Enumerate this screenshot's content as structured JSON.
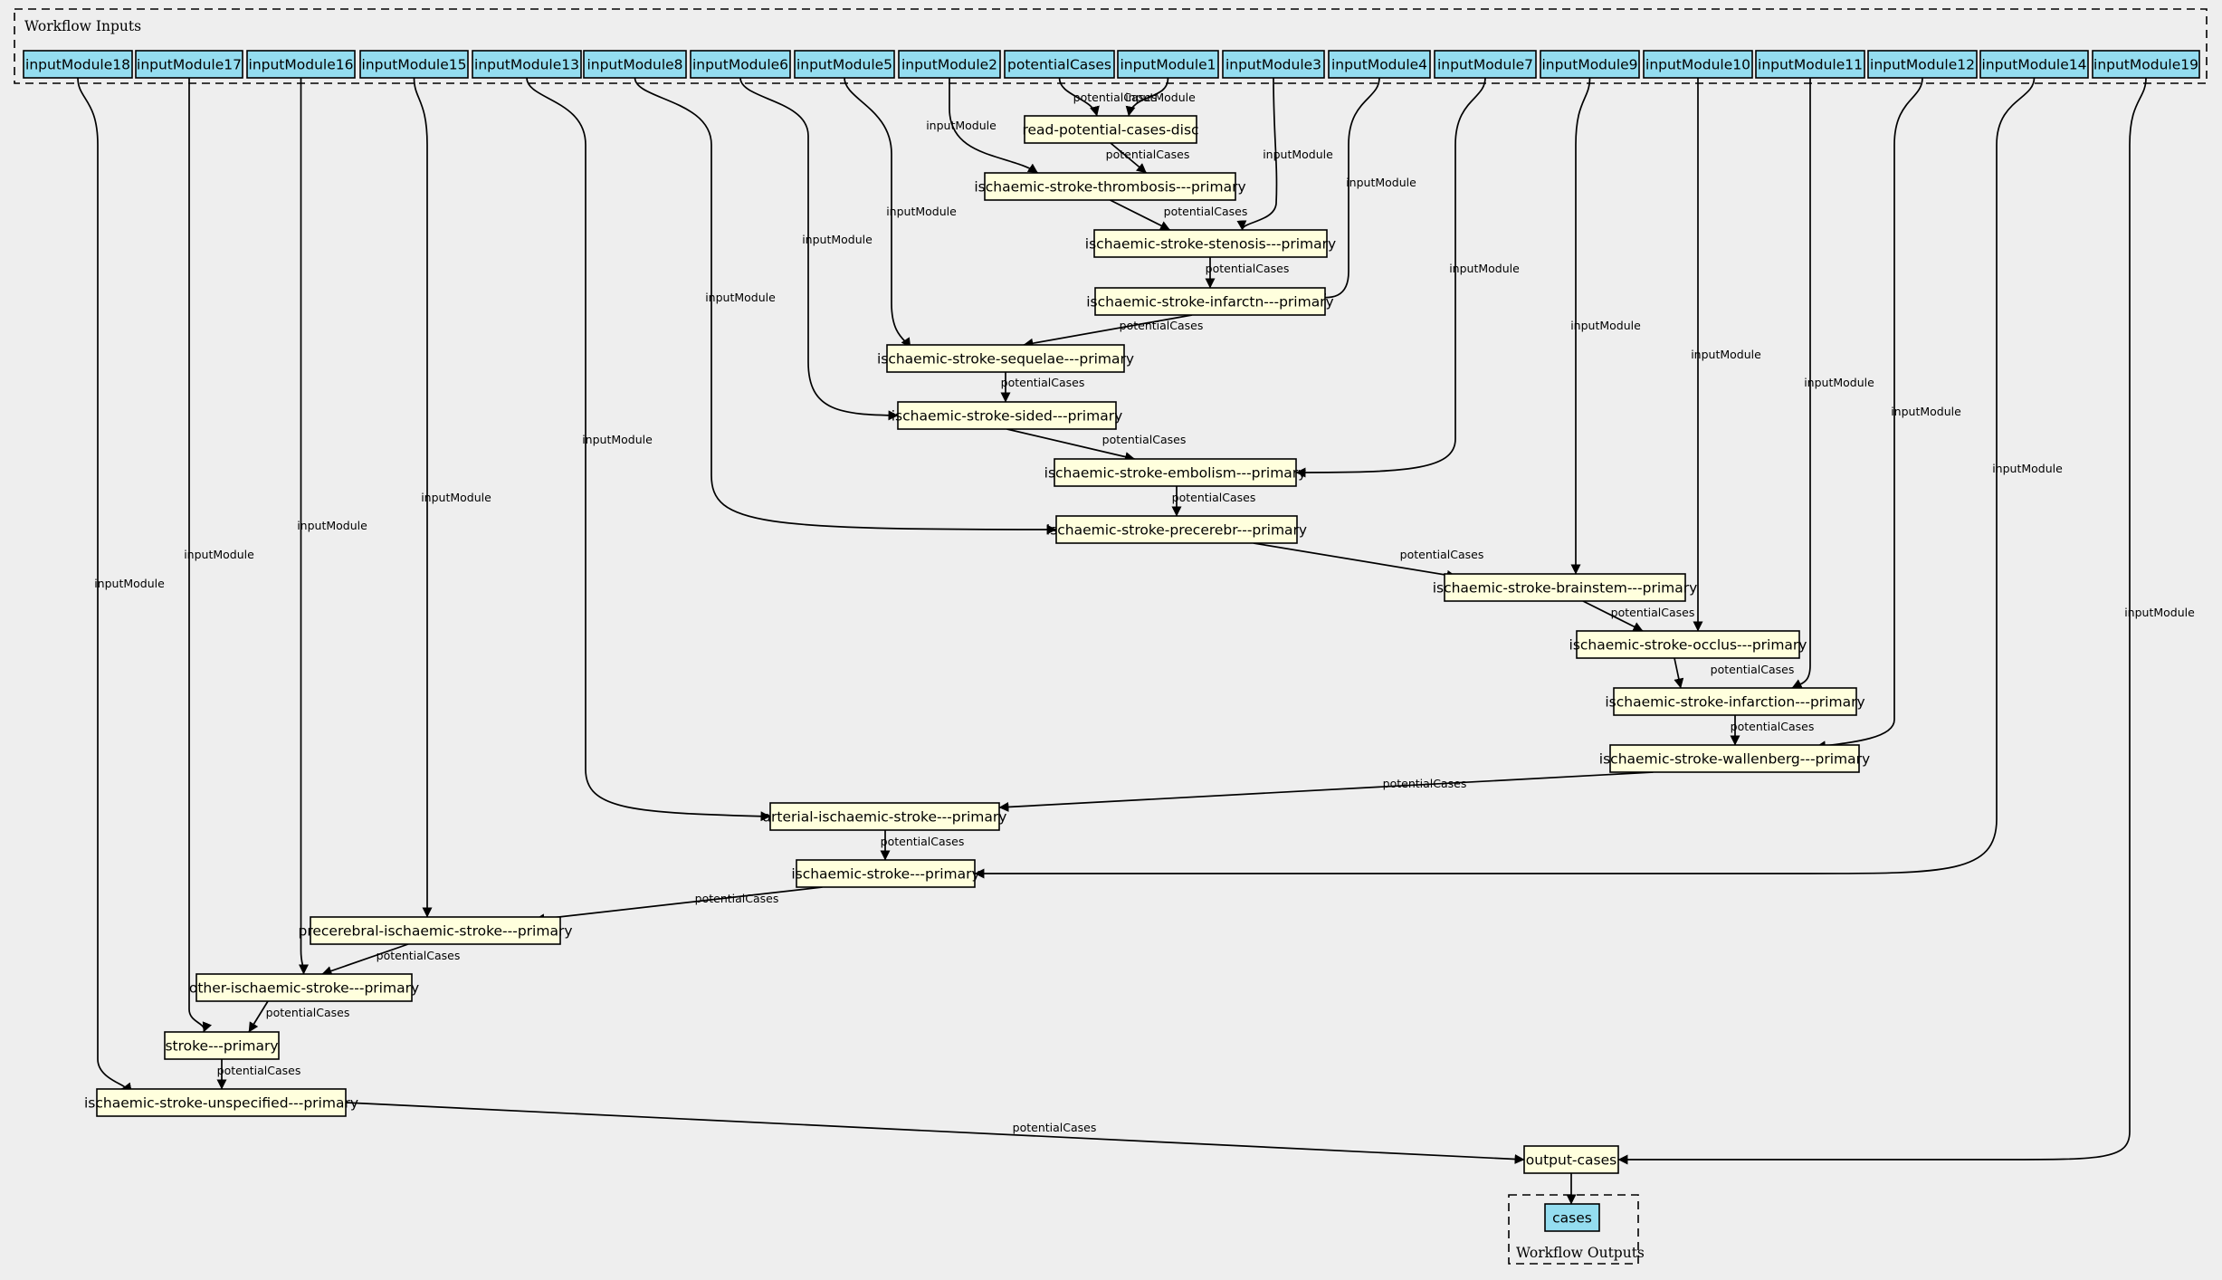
{
  "clusters": [
    {
      "id": "inputs",
      "label": "Workflow Inputs"
    },
    {
      "id": "outputs",
      "label": "Workflow Outputs"
    }
  ],
  "nodes": [
    {
      "id": "inputModule18",
      "label": "inputModule18",
      "kind": "input"
    },
    {
      "id": "inputModule17",
      "label": "inputModule17",
      "kind": "input"
    },
    {
      "id": "inputModule16",
      "label": "inputModule16",
      "kind": "input"
    },
    {
      "id": "inputModule15",
      "label": "inputModule15",
      "kind": "input"
    },
    {
      "id": "inputModule13",
      "label": "inputModule13",
      "kind": "input"
    },
    {
      "id": "inputModule8",
      "label": "inputModule8",
      "kind": "input"
    },
    {
      "id": "inputModule6",
      "label": "inputModule6",
      "kind": "input"
    },
    {
      "id": "inputModule5",
      "label": "inputModule5",
      "kind": "input"
    },
    {
      "id": "inputModule2",
      "label": "inputModule2",
      "kind": "input"
    },
    {
      "id": "potentialCases",
      "label": "potentialCases",
      "kind": "input"
    },
    {
      "id": "inputModule1",
      "label": "inputModule1",
      "kind": "input"
    },
    {
      "id": "inputModule3",
      "label": "inputModule3",
      "kind": "input"
    },
    {
      "id": "inputModule4",
      "label": "inputModule4",
      "kind": "input"
    },
    {
      "id": "inputModule7",
      "label": "inputModule7",
      "kind": "input"
    },
    {
      "id": "inputModule9",
      "label": "inputModule9",
      "kind": "input"
    },
    {
      "id": "inputModule10",
      "label": "inputModule10",
      "kind": "input"
    },
    {
      "id": "inputModule11",
      "label": "inputModule11",
      "kind": "input"
    },
    {
      "id": "inputModule12",
      "label": "inputModule12",
      "kind": "input"
    },
    {
      "id": "inputModule14",
      "label": "inputModule14",
      "kind": "input"
    },
    {
      "id": "inputModule19",
      "label": "inputModule19",
      "kind": "input"
    },
    {
      "id": "readDisc",
      "label": "read-potential-cases-disc",
      "kind": "step"
    },
    {
      "id": "thrombosis",
      "label": "ischaemic-stroke-thrombosis---primary",
      "kind": "step"
    },
    {
      "id": "stenosis",
      "label": "ischaemic-stroke-stenosis---primary",
      "kind": "step"
    },
    {
      "id": "infarctn",
      "label": "ischaemic-stroke-infarctn---primary",
      "kind": "step"
    },
    {
      "id": "sequelae",
      "label": "ischaemic-stroke-sequelae---primary",
      "kind": "step"
    },
    {
      "id": "sided",
      "label": "ischaemic-stroke-sided---primary",
      "kind": "step"
    },
    {
      "id": "embolism",
      "label": "ischaemic-stroke-embolism---primary",
      "kind": "step"
    },
    {
      "id": "precerebr",
      "label": "ischaemic-stroke-precerebr---primary",
      "kind": "step"
    },
    {
      "id": "brainstem",
      "label": "ischaemic-stroke-brainstem---primary",
      "kind": "step"
    },
    {
      "id": "occlus",
      "label": "ischaemic-stroke-occlus---primary",
      "kind": "step"
    },
    {
      "id": "infarction",
      "label": "ischaemic-stroke-infarction---primary",
      "kind": "step"
    },
    {
      "id": "wallenberg",
      "label": "ischaemic-stroke-wallenberg---primary",
      "kind": "step"
    },
    {
      "id": "arterial",
      "label": "arterial-ischaemic-stroke---primary",
      "kind": "step"
    },
    {
      "id": "isPrimary",
      "label": "ischaemic-stroke---primary",
      "kind": "step"
    },
    {
      "id": "precerebral",
      "label": "precerebral-ischaemic-stroke---primary",
      "kind": "step"
    },
    {
      "id": "other",
      "label": "other-ischaemic-stroke---primary",
      "kind": "step"
    },
    {
      "id": "stroke",
      "label": "stroke---primary",
      "kind": "step"
    },
    {
      "id": "unspecified",
      "label": "ischaemic-stroke-unspecified---primary",
      "kind": "step"
    },
    {
      "id": "outputCases",
      "label": "output-cases",
      "kind": "step"
    },
    {
      "id": "cases",
      "label": "cases",
      "kind": "output"
    }
  ],
  "edges": [
    {
      "from": "potentialCases",
      "to": "readDisc",
      "label": "potentialCases"
    },
    {
      "from": "inputModule1",
      "to": "readDisc",
      "label": "inputModule"
    },
    {
      "from": "inputModule2",
      "to": "thrombosis",
      "label": "inputModule"
    },
    {
      "from": "readDisc",
      "to": "thrombosis",
      "label": "potentialCases"
    },
    {
      "from": "inputModule3",
      "to": "stenosis",
      "label": "inputModule"
    },
    {
      "from": "thrombosis",
      "to": "stenosis",
      "label": "potentialCases"
    },
    {
      "from": "inputModule4",
      "to": "infarctn",
      "label": "inputModule"
    },
    {
      "from": "stenosis",
      "to": "infarctn",
      "label": "potentialCases"
    },
    {
      "from": "inputModule5",
      "to": "sequelae",
      "label": "inputModule"
    },
    {
      "from": "infarctn",
      "to": "sequelae",
      "label": "potentialCases"
    },
    {
      "from": "inputModule6",
      "to": "sided",
      "label": "inputModule"
    },
    {
      "from": "sequelae",
      "to": "sided",
      "label": "potentialCases"
    },
    {
      "from": "inputModule7",
      "to": "embolism",
      "label": "inputModule"
    },
    {
      "from": "sided",
      "to": "embolism",
      "label": "potentialCases"
    },
    {
      "from": "inputModule8",
      "to": "precerebr",
      "label": "inputModule"
    },
    {
      "from": "embolism",
      "to": "precerebr",
      "label": "potentialCases"
    },
    {
      "from": "inputModule9",
      "to": "brainstem",
      "label": "inputModule"
    },
    {
      "from": "precerebr",
      "to": "brainstem",
      "label": "potentialCases"
    },
    {
      "from": "inputModule10",
      "to": "occlus",
      "label": "inputModule"
    },
    {
      "from": "brainstem",
      "to": "occlus",
      "label": "potentialCases"
    },
    {
      "from": "inputModule11",
      "to": "infarction",
      "label": "inputModule"
    },
    {
      "from": "occlus",
      "to": "infarction",
      "label": "potentialCases"
    },
    {
      "from": "inputModule12",
      "to": "wallenberg",
      "label": "inputModule"
    },
    {
      "from": "infarction",
      "to": "wallenberg",
      "label": "potentialCases"
    },
    {
      "from": "inputModule13",
      "to": "arterial",
      "label": "inputModule"
    },
    {
      "from": "wallenberg",
      "to": "arterial",
      "label": "potentialCases"
    },
    {
      "from": "inputModule14",
      "to": "isPrimary",
      "label": "inputModule"
    },
    {
      "from": "arterial",
      "to": "isPrimary",
      "label": "potentialCases"
    },
    {
      "from": "inputModule15",
      "to": "precerebral",
      "label": "inputModule"
    },
    {
      "from": "isPrimary",
      "to": "precerebral",
      "label": "potentialCases"
    },
    {
      "from": "inputModule16",
      "to": "other",
      "label": "inputModule"
    },
    {
      "from": "precerebral",
      "to": "other",
      "label": "potentialCases"
    },
    {
      "from": "inputModule17",
      "to": "stroke",
      "label": "inputModule"
    },
    {
      "from": "other",
      "to": "stroke",
      "label": "potentialCases"
    },
    {
      "from": "inputModule18",
      "to": "unspecified",
      "label": "inputModule"
    },
    {
      "from": "stroke",
      "to": "unspecified",
      "label": "potentialCases"
    },
    {
      "from": "unspecified",
      "to": "outputCases",
      "label": "potentialCases"
    },
    {
      "from": "inputModule19",
      "to": "outputCases",
      "label": "inputModule"
    },
    {
      "from": "outputCases",
      "to": "cases",
      "label": ""
    }
  ]
}
